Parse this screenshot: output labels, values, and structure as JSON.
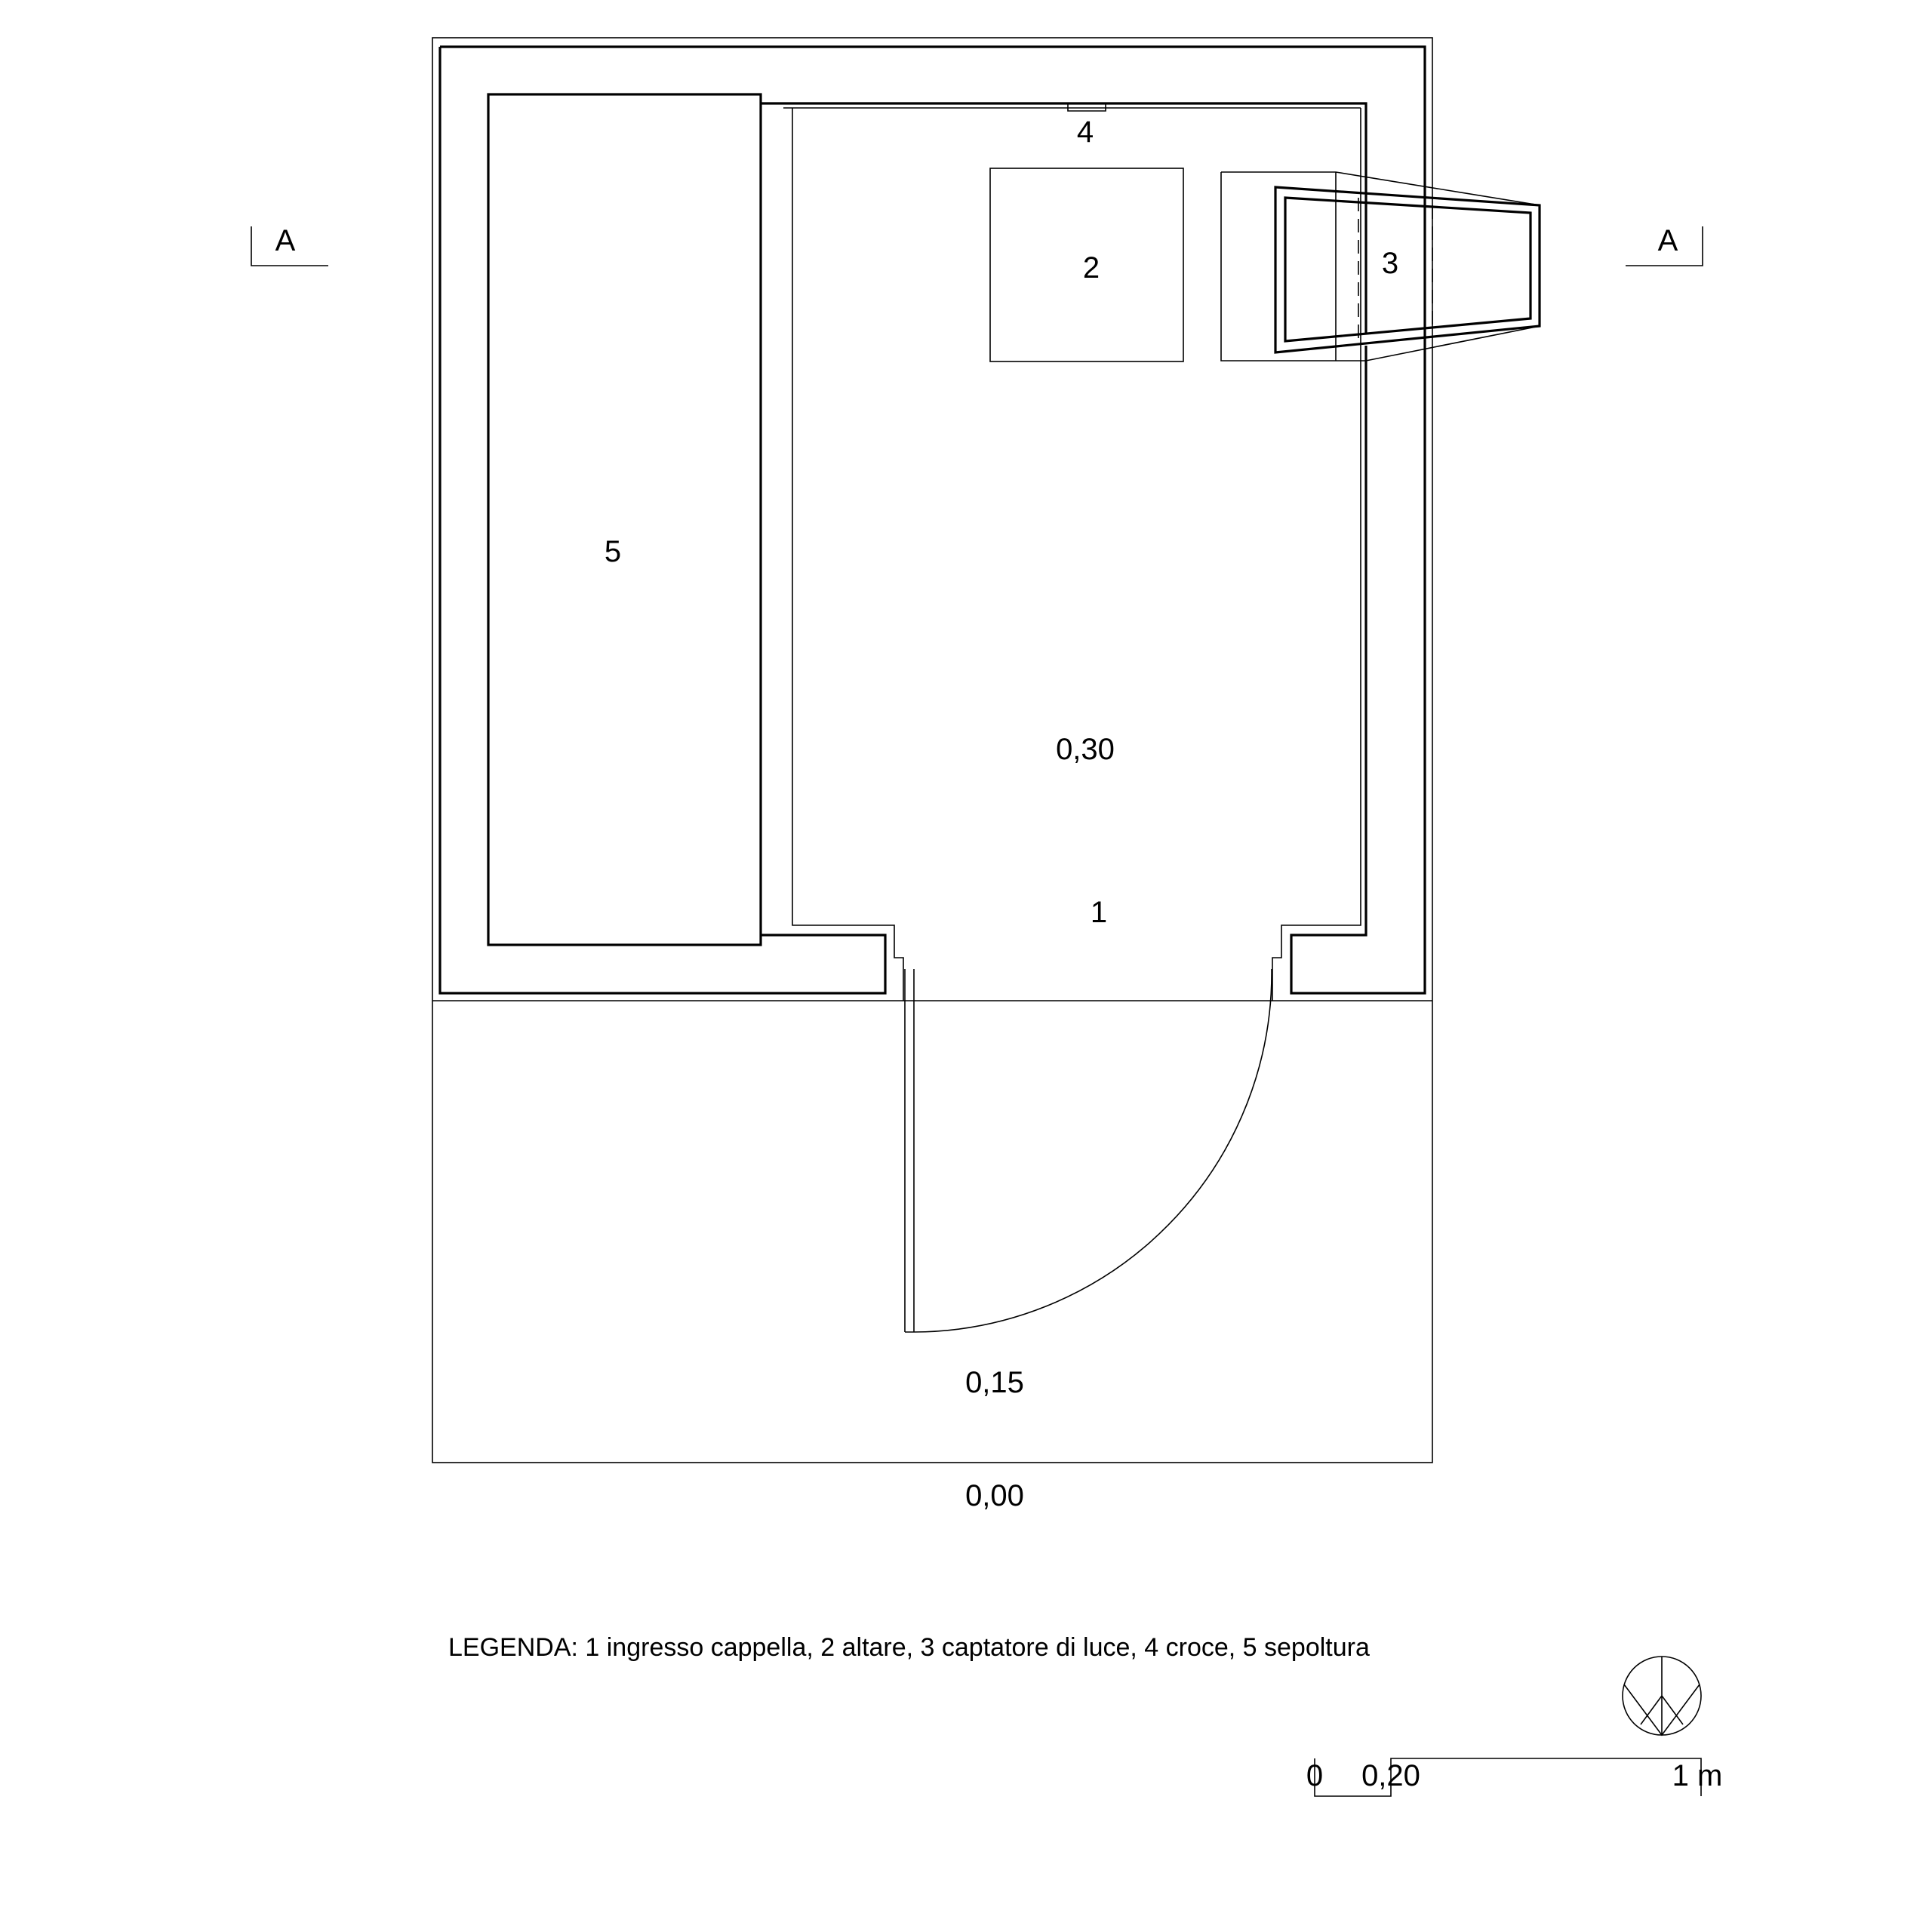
{
  "section_marks": {
    "left": "A",
    "right": "A"
  },
  "room_labels": {
    "entrance": "1",
    "altar": "2",
    "light_catcher": "3",
    "cross": "4",
    "burial": "5"
  },
  "levels": {
    "chapel_floor": "0,30",
    "step": "0,15",
    "ground": "0,00"
  },
  "legend_text": "LEGENDA: 1 ingresso cappella, 2 altare, 3 captatore di luce, 4 croce, 5 sepoltura",
  "scale_bar": {
    "label_zero": "0",
    "label_mid": "0,20",
    "label_end": "1 m"
  },
  "icons": {
    "north": "north-arrow-icon"
  }
}
